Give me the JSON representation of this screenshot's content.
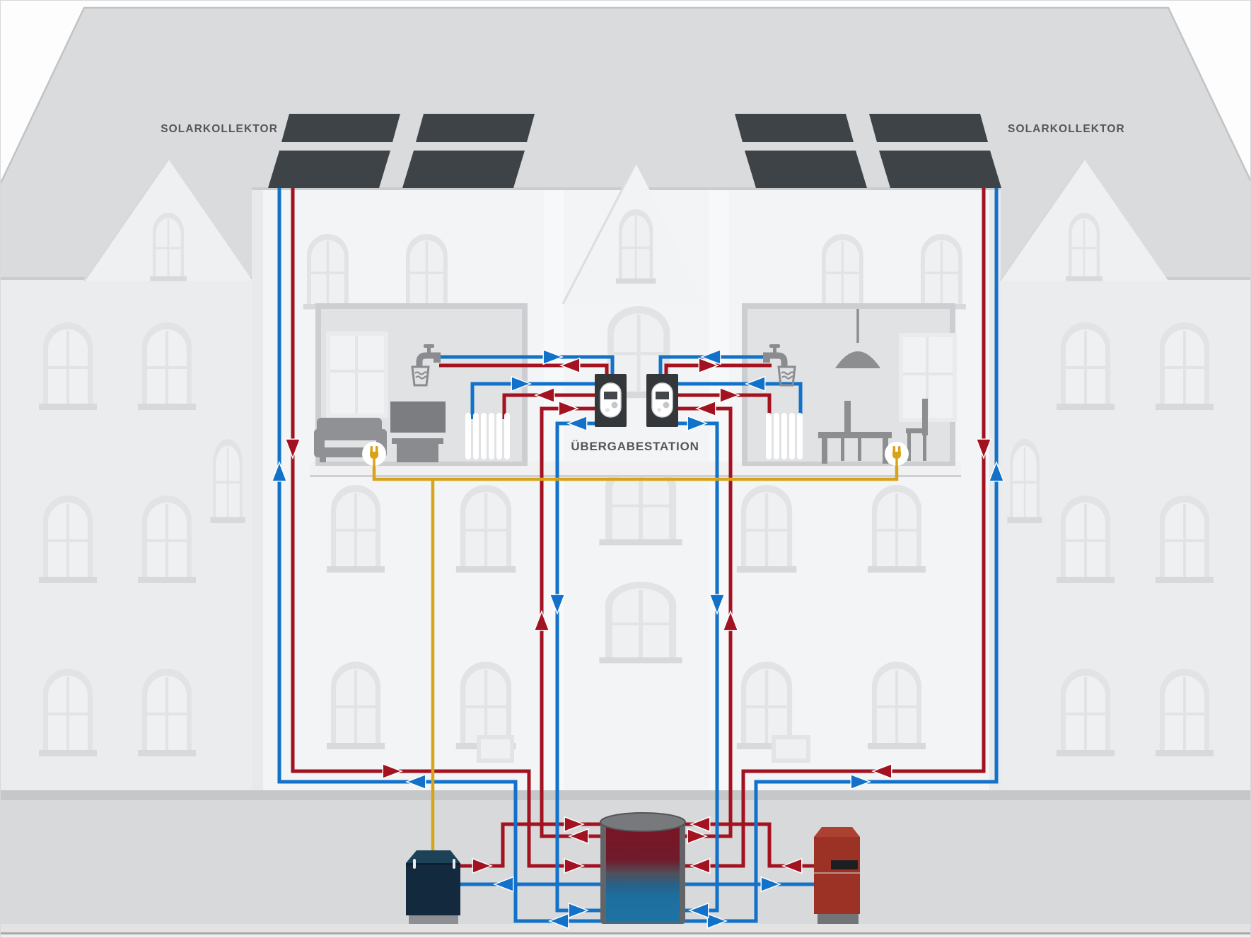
{
  "page": {
    "type": "building-heating-infographic",
    "language": "de"
  },
  "labels": {
    "solar_collector_left": "SOLARKOLLEKTOR",
    "solar_collector_right": "SOLARKOLLEKTOR",
    "transfer_station": "ÜBERGABESTATION"
  },
  "colors": {
    "hot_water_pipe": "#a21220",
    "cold_water_pipe": "#1272c9",
    "electricity_line": "#d7a31b",
    "solar_panel": "#3e4347",
    "chp_unit_body": "#13293e",
    "boiler_body": "#9c3126",
    "storage_tank_hot": "#7a1524",
    "storage_tank_cold": "#1f73a2",
    "facade": "#f3f4f5",
    "roof": "#dadbdd",
    "label_text": "#55565a"
  },
  "equipment": [
    "solar-collector-left",
    "solar-collector-right",
    "transfer-station-unit-left",
    "transfer-station-unit-right",
    "chp-unit",
    "buffer-storage-tank",
    "boiler",
    "radiator-left",
    "radiator-right",
    "tap-left",
    "tap-right",
    "power-socket-left",
    "power-socket-right"
  ],
  "flows": [
    {
      "name": "solar-hot-supply",
      "color": "#a21220"
    },
    {
      "name": "solar-cold-return",
      "color": "#1272c9"
    },
    {
      "name": "chp-hot-supply",
      "color": "#a21220"
    },
    {
      "name": "boiler-hot-supply",
      "color": "#a21220"
    },
    {
      "name": "riser-hot-to-transfer-station",
      "color": "#a21220"
    },
    {
      "name": "riser-cold-return-to-tank",
      "color": "#1272c9"
    },
    {
      "name": "tap-hot-water",
      "color": "#a21220"
    },
    {
      "name": "tap-cold-water",
      "color": "#1272c9"
    },
    {
      "name": "radiator-supply",
      "color": "#a21220"
    },
    {
      "name": "radiator-return",
      "color": "#1272c9"
    },
    {
      "name": "electricity-bus",
      "color": "#d7a31b"
    }
  ]
}
